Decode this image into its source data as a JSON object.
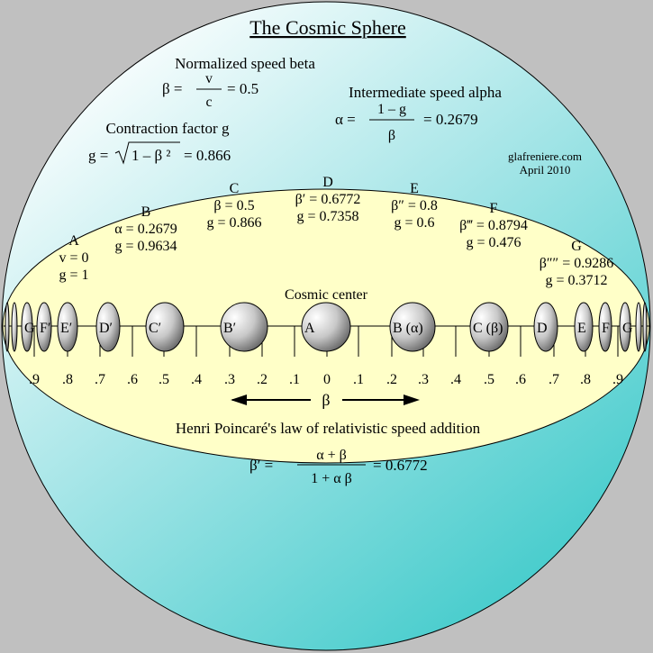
{
  "title": "The Cosmic Sphere",
  "beta_block": {
    "heading": "Normalized speed beta",
    "lhs": "β =",
    "num": "v",
    "den": "c",
    "rhs": "=  0.5"
  },
  "alpha_block": {
    "heading": "Intermediate speed alpha",
    "lhs": "α =",
    "num": "1 – g",
    "den": "β",
    "rhs": "= 0.2679"
  },
  "g_block": {
    "heading": "Contraction factor g",
    "lhs": "g =",
    "radicand": "1 – β ²",
    "rhs": "=  0.866"
  },
  "credit": {
    "site": "glafreniere.com",
    "date": "April 2010"
  },
  "states": [
    {
      "name": "A",
      "l1": "v = 0",
      "l2": "g = 1"
    },
    {
      "name": "B",
      "l1": "α = 0.2679",
      "l2": "g = 0.9634"
    },
    {
      "name": "C",
      "l1": "β = 0.5",
      "l2": "g = 0.866"
    },
    {
      "name": "D",
      "l1": "β′ = 0.6772",
      "l2": "g = 0.7358"
    },
    {
      "name": "E",
      "l1": "β″ = 0.8",
      "l2": "g = 0.6"
    },
    {
      "name": "F",
      "l1": "β‴ = 0.8794",
      "l2": "g = 0.476"
    },
    {
      "name": "G",
      "l1": "β″″ = 0.9286",
      "l2": "g = 0.3712"
    }
  ],
  "center_label": "Cosmic center",
  "spheres_left": [
    "G",
    "F′",
    "E′",
    "D′",
    "C′",
    "B′"
  ],
  "spheres_right": [
    "A",
    "B (α)",
    "C (β)",
    "D",
    "E",
    "F",
    "G"
  ],
  "axis_ticks_left": [
    ".9",
    ".8",
    ".7",
    ".6",
    ".5",
    ".4",
    ".3",
    ".2",
    ".1"
  ],
  "axis_ticks_right": [
    "0",
    ".1",
    ".2",
    ".3",
    ".4",
    ".5",
    ".6",
    ".7",
    ".8",
    ".9"
  ],
  "axis_symbol": "β",
  "law": {
    "heading": "Henri Poincaré's law of relativistic speed addition",
    "lhs": "β′ =",
    "num": "α + β",
    "den": "1 + α β",
    "rhs": "=  0.6772"
  },
  "colors": {
    "background": "#c0c0c0",
    "sphere": "#4ecfcf",
    "equator": "#ffffc8"
  }
}
